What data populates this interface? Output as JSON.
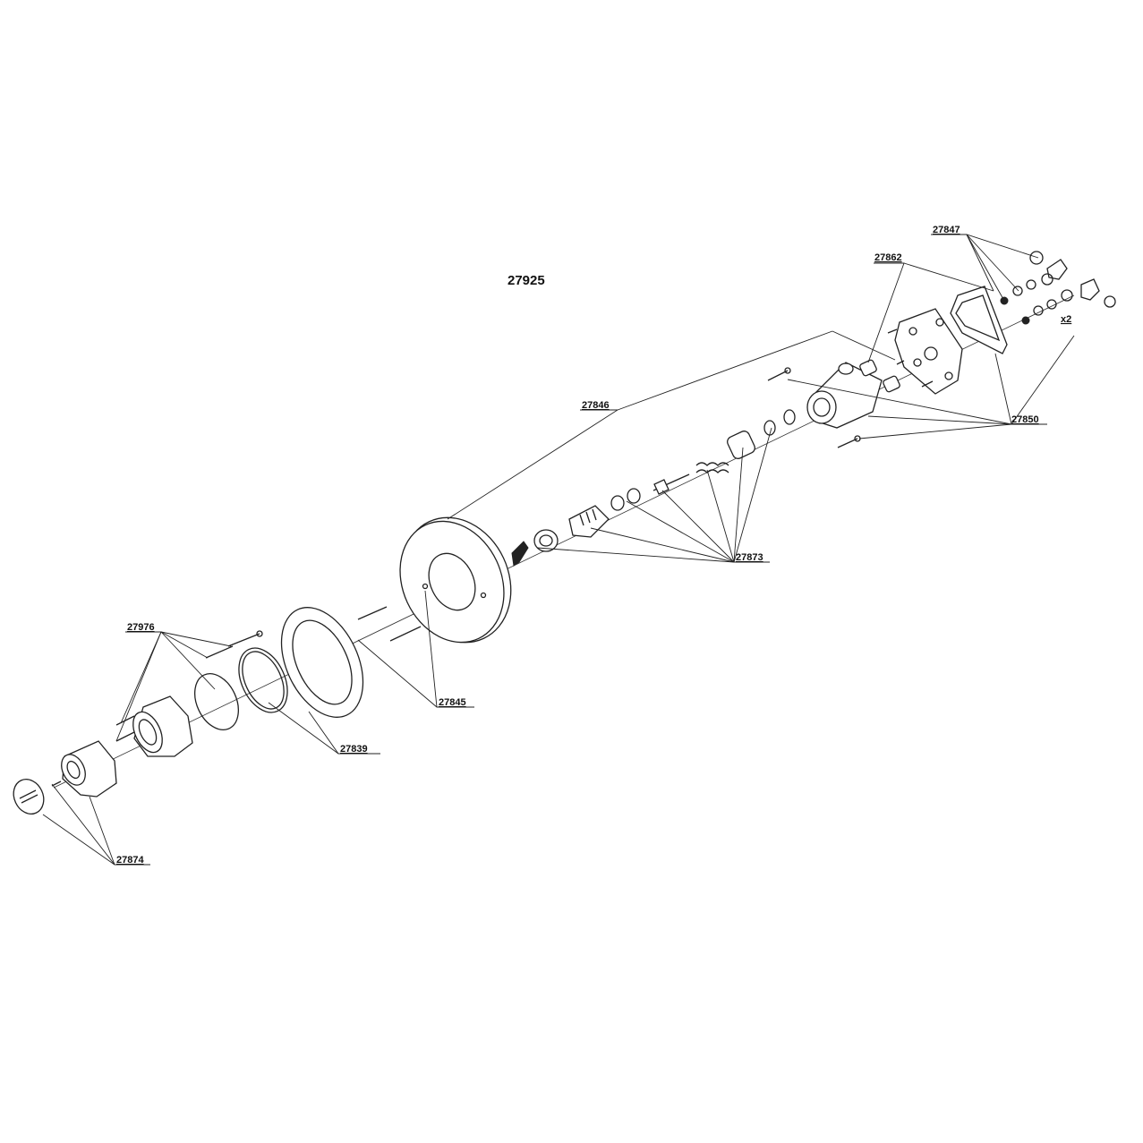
{
  "diagram": {
    "assembly_number": "27925",
    "multiplier_note": "x2",
    "callouts": [
      {
        "id": "27847",
        "label": "27847"
      },
      {
        "id": "27862",
        "label": "27862"
      },
      {
        "id": "27846",
        "label": "27846"
      },
      {
        "id": "27850",
        "label": "27850"
      },
      {
        "id": "27873",
        "label": "27873"
      },
      {
        "id": "27976",
        "label": "27976"
      },
      {
        "id": "27845",
        "label": "27845"
      },
      {
        "id": "27839",
        "label": "27839"
      },
      {
        "id": "27874",
        "label": "27874"
      }
    ]
  }
}
